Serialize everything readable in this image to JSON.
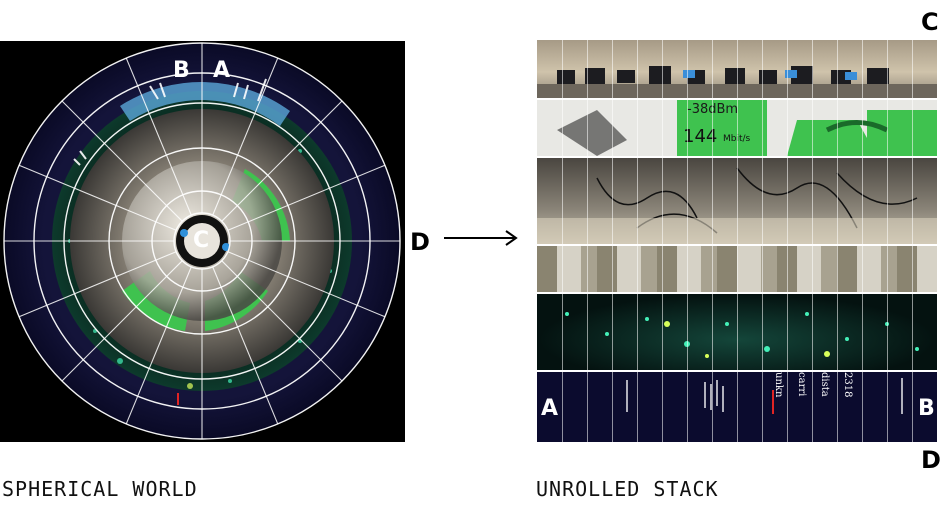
{
  "left_panel": {
    "caption": "SPHERICAL WORLD",
    "labels": {
      "a": "A",
      "b": "B",
      "c": "C",
      "d": "D"
    }
  },
  "right_panel": {
    "caption": "UNROLLED STACK",
    "labels": {
      "a": "A",
      "b": "B",
      "c": "C",
      "d": "D"
    },
    "wifi_text": {
      "dbm": "-38dBm",
      "rate": "144",
      "rate_unit": "Mbit/s"
    },
    "vertical_words": [
      "unkn",
      "carri",
      "dista",
      "2318"
    ]
  },
  "arrow": "→",
  "colors": {
    "sky": "#0b0b2e",
    "wifi_green": "#3fc24f",
    "grid": "#ffffff",
    "matrix_glow": "#2fd0a0"
  }
}
